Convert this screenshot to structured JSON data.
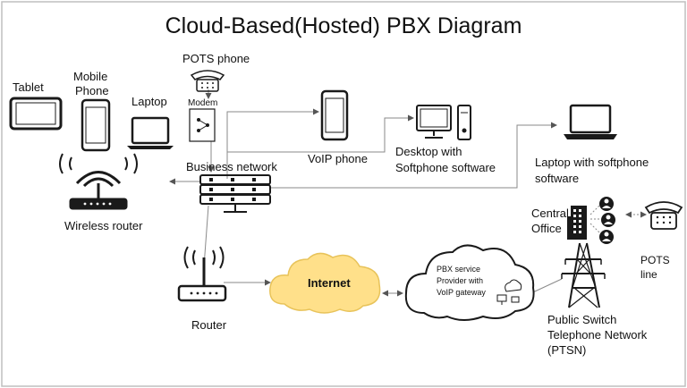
{
  "title": "Cloud-Based(Hosted) PBX Diagram",
  "labels": {
    "tablet": "Tablet",
    "mobile_phone_line1": "Mobile",
    "mobile_phone_line2": "Phone",
    "laptop": "Laptop",
    "pots_phone": "POTS phone",
    "modem": "Modem",
    "business_network": "Business network",
    "voip_phone": "VoIP phone",
    "desktop_line1": "Desktop with",
    "desktop_line2": "Softphone software",
    "laptop_softphone_line1": "Laptop with softphone",
    "laptop_softphone_line2": "software",
    "wireless_router": "Wireless router",
    "central_office_line1": "Central",
    "central_office_line2": "Office",
    "pots_line_line1": "POTS",
    "pots_line_line2": "line",
    "router": "Router",
    "internet": "Internet",
    "pbx_line1": "PBX service",
    "pbx_line2": "Provider with",
    "pbx_line3": "VoIP gateway",
    "pstn_line1": "Public Switch",
    "pstn_line2": "Telephone Network",
    "pstn_line3": "(PTSN)"
  },
  "colors": {
    "stroke": "#1a1a1a",
    "line": "#8a8a8a",
    "internet_cloud": "#ffe08a",
    "internet_cloud_stroke": "#e8c35a",
    "pbx_cloud": "#ffffff",
    "frame": "#bfbfbf"
  },
  "icons": [
    "tablet-icon",
    "mobile-phone-icon",
    "laptop-icon",
    "pots-phone-icon",
    "modem-icon",
    "wireless-router-icon",
    "business-switch-icon",
    "voip-phone-icon",
    "desktop-icon",
    "laptop-softphone-icon",
    "router-icon",
    "internet-cloud-icon",
    "pbx-cloud-icon",
    "central-office-building-icon",
    "user-icon",
    "pots-phone-right-icon",
    "transmission-tower-icon"
  ]
}
